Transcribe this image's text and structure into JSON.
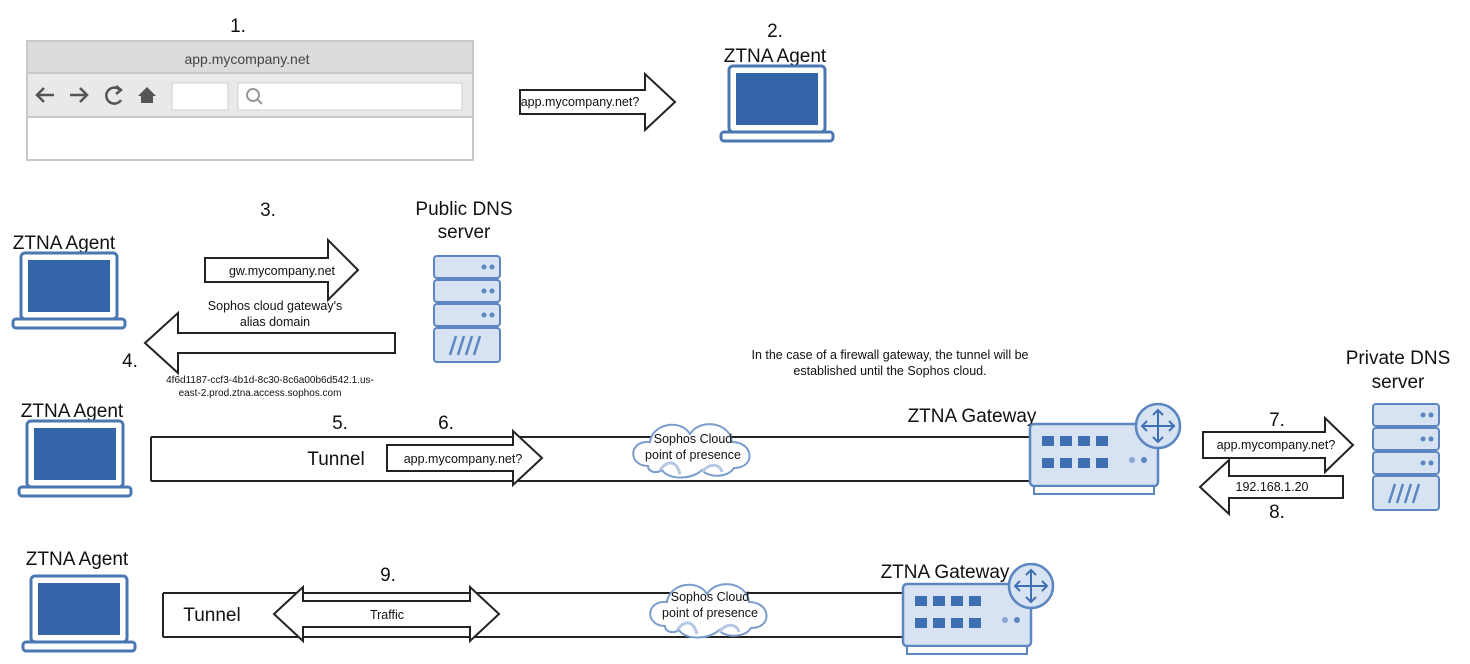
{
  "steps": {
    "s1": "1.",
    "s2": "2.",
    "s3": "3.",
    "s4": "4.",
    "s5": "5.",
    "s6": "6.",
    "s7": "7.",
    "s8": "8.",
    "s9": "9."
  },
  "browser": {
    "address": "app.mycompany.net"
  },
  "labels": {
    "agent": "ZTNA Agent",
    "public_dns_line1": "Public DNS",
    "public_dns_line2": "server",
    "private_dns_line1": "Private DNS",
    "private_dns_line2": "server",
    "gateway": "ZTNA Gateway",
    "tunnel": "Tunnel",
    "cloud_line1": "Sophos Cloud",
    "cloud_line2": "point of presence"
  },
  "arrows": {
    "query_app": "app.mycompany.net?",
    "query_gw": "gw.mycompany.net",
    "alias_line1": "Sophos cloud gateway's",
    "alias_line2": "alias domain",
    "alias_value_line1": "4f6d1187-ccf3-4b1d-8c30-8c6a00b6d542.1.us-",
    "alias_value_line2": "east-2.prod.ztna.access.sophos.com",
    "private_reply": "192.168.1.20",
    "traffic": "Traffic"
  },
  "note": {
    "line1": "In the case of a firewall gateway, the tunnel will be",
    "line2": "established until the Sophos cloud."
  },
  "colors": {
    "laptop_blue": "#4a76b3",
    "screen_blue": "#2f5c9e",
    "server_fill": "#d7e3f3",
    "server_stroke": "#5b86c0",
    "browser_gray": "#dcdcdc"
  },
  "icons": [
    "laptop-icon",
    "server-icon",
    "router-icon",
    "switch-icon",
    "cloud-icon",
    "browser-window-icon"
  ]
}
